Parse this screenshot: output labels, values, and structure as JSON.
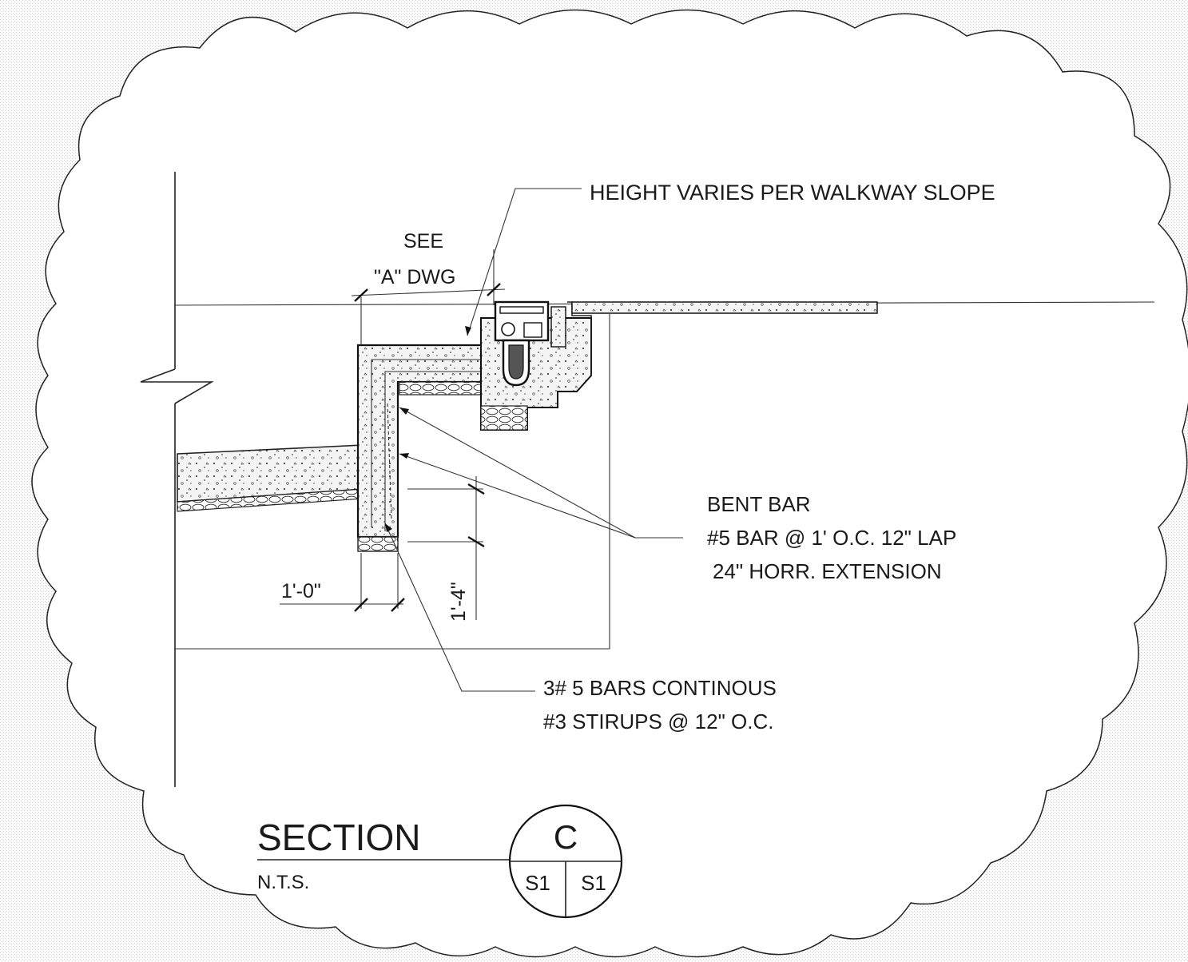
{
  "drawing": {
    "callouts": {
      "height_note": "HEIGHT VARIES PER WALKWAY SLOPE",
      "see_line1": "SEE",
      "see_line2": "\"A\" DWG",
      "bent_bar_line1": "BENT BAR",
      "bent_bar_line2": "#5 BAR @ 1' O.C. 12\" LAP",
      "bent_bar_line3": "24\" HORR. EXTENSION",
      "bars_line1": "3# 5 BARS CONTINOUS",
      "bars_line2": "#3 STIRUPS @ 12\" O.C."
    },
    "dimensions": {
      "width": "1'-0\"",
      "height": "1'-4\""
    },
    "title_block": {
      "title": "SECTION",
      "scale": "N.T.S.",
      "section_letter": "C",
      "sheet_left": "S1",
      "sheet_right": "S1"
    },
    "colors": {
      "background": "#ffffff",
      "linework": "#1a1a1a",
      "stipple": "#c8c8c8"
    }
  }
}
